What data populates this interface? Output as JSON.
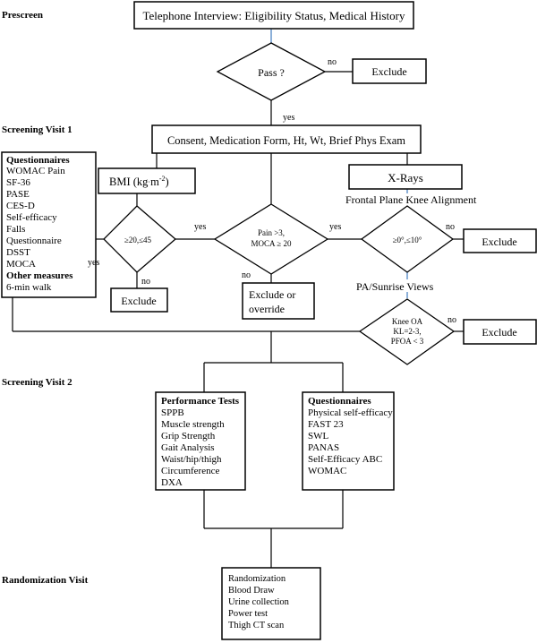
{
  "sections": {
    "prescreen": "Prescreen",
    "screening1": "Screening Visit 1",
    "screening2": "Screening Visit 2",
    "randomization": "Randomization Visit"
  },
  "telephone": "Telephone Interview: Eligibility Status, Medical History",
  "pass": "Pass ?",
  "exclude": "Exclude",
  "yes": "yes",
  "no": "no",
  "consent": "Consent, Medication Form, Ht, Wt, Brief Phys Exam",
  "questionnaires1": {
    "title": "Questionnaires",
    "items": [
      "WOMAC Pain",
      "SF-36",
      "PASE",
      "CES-D",
      "Self-efficacy",
      "Falls",
      "Questionnaire",
      "DSST",
      "MOCA"
    ],
    "other_title": "Other measures",
    "other_items": [
      "6-min walk"
    ]
  },
  "bmi": {
    "prefix": "BMI  (kg",
    "mid": "m",
    "sup": "-2",
    "suffix": ")"
  },
  "bmi_range": "≥20,≤45",
  "pain": {
    "line1": "Pain >3,",
    "line2": "MOCA ≥ 20"
  },
  "exclude_override": {
    "line1": "Exclude or",
    "line2": "override"
  },
  "xrays": "X-Rays",
  "frontal": "Frontal Plane Knee Alignment",
  "alignment": "≥0°,≤10°",
  "pa_views": "PA/Sunrise Views",
  "knee_oa": {
    "line1": "Knee OA",
    "line2": "KL=2-3,",
    "line3": "PFOA < 3"
  },
  "performance": {
    "title": "Performance Tests",
    "items": [
      "SPPB",
      "Muscle strength",
      "Grip Strength",
      "Gait Analysis",
      "Waist/hip/thigh",
      "Circumference",
      "DXA"
    ]
  },
  "questionnaires2": {
    "title": "Questionnaires",
    "items": [
      "Physical self-efficacy",
      "FAST 23",
      "SWL",
      "PANAS",
      "Self-Efficacy ABC",
      "WOMAC"
    ]
  },
  "randomization_items": [
    "Randomization",
    "Blood Draw",
    "Urine collection",
    "Power test",
    "Thigh CT scan"
  ]
}
